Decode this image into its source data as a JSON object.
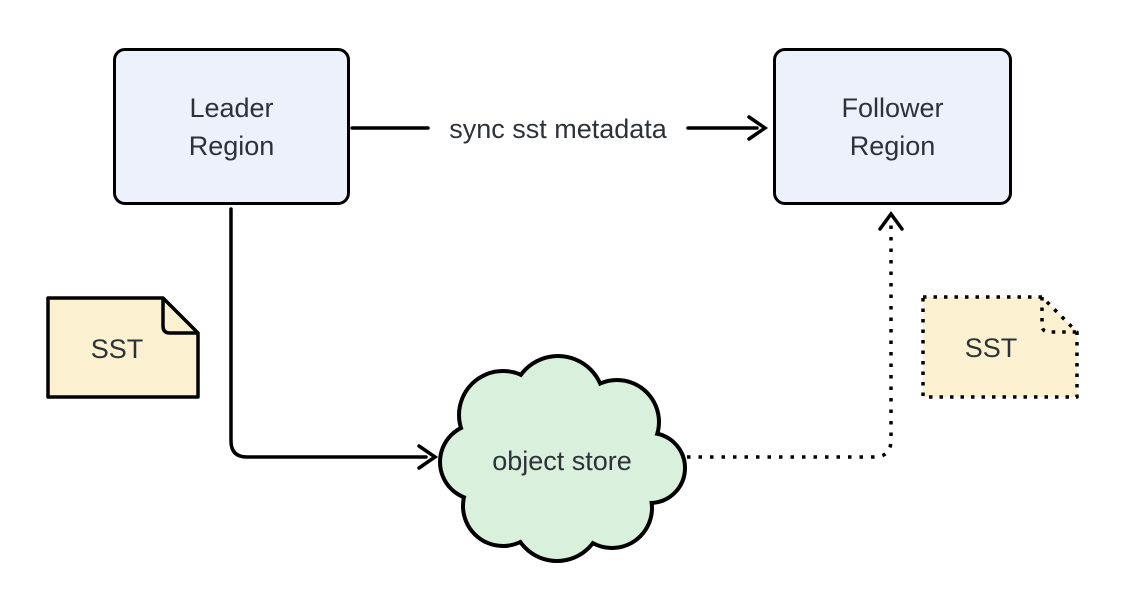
{
  "colors": {
    "canvas_bg": "#ffffff",
    "region_fill": "#ecf1fb",
    "cloud_fill": "#d9f0dc",
    "sst_fill": "#fbf0d0",
    "stroke": "#000000",
    "text": "#2d3138"
  },
  "nodes": {
    "leader": {
      "label": "Leader\nRegion",
      "shape": "rounded-rectangle"
    },
    "follower": {
      "label": "Follower\nRegion",
      "shape": "rounded-rectangle"
    },
    "object_store": {
      "label": "object store",
      "shape": "cloud"
    },
    "sst_source": {
      "label": "SST",
      "shape": "document"
    },
    "sst_replica": {
      "label": "SST",
      "shape": "document-dotted"
    }
  },
  "edges": {
    "sync": {
      "from": "leader",
      "to": "follower",
      "label": "sync sst metadata",
      "style": "solid"
    },
    "upload": {
      "from": "leader",
      "to": "object_store",
      "label": "",
      "style": "solid"
    },
    "download": {
      "from": "object_store",
      "to": "follower",
      "label": "",
      "style": "dotted"
    }
  }
}
